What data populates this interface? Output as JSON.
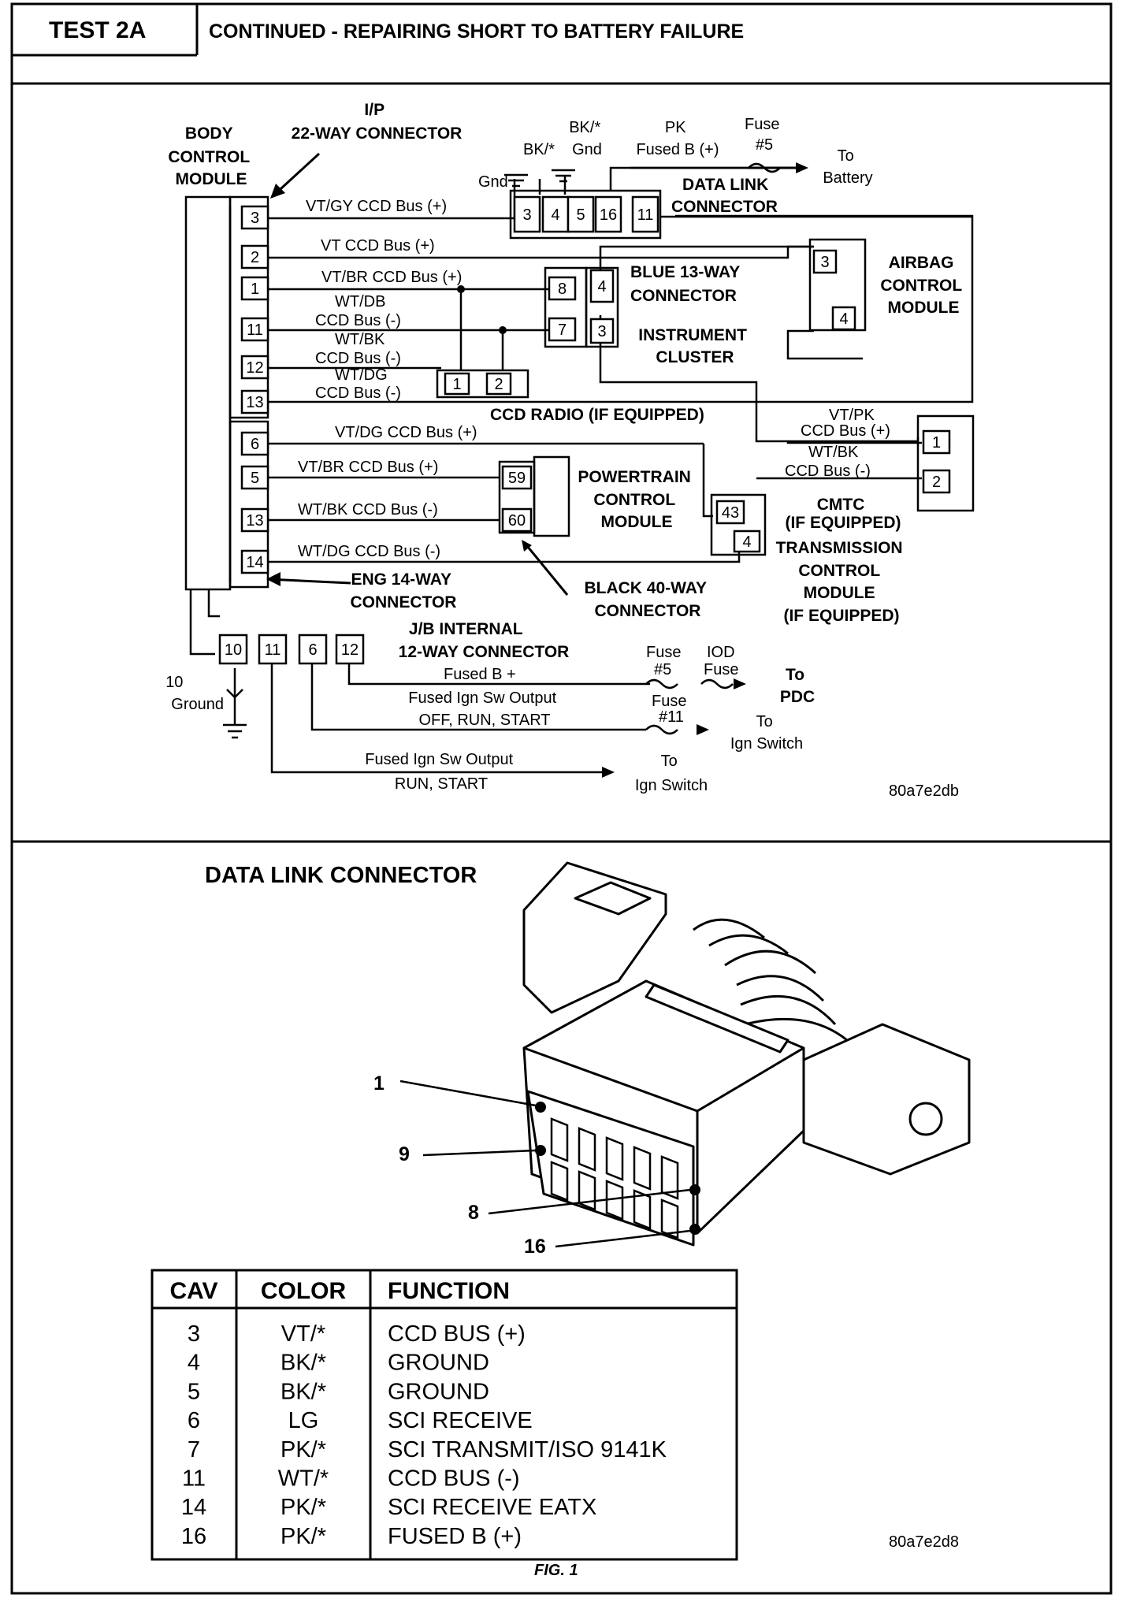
{
  "header": {
    "test_label": "TEST 2A",
    "title": "CONTINUED - REPAIRING SHORT TO BATTERY FAILURE"
  },
  "wiring": {
    "ip_connector": [
      "I/P",
      "22-WAY CONNECTOR"
    ],
    "bcm": [
      "BODY",
      "CONTROL",
      "MODULE"
    ],
    "bcm_pins_top": [
      "3",
      "2",
      "1",
      "11",
      "12",
      "13"
    ],
    "bcm_pins_bottom": [
      "6",
      "5",
      "13",
      "14"
    ],
    "dlc_pins": [
      "3",
      "4",
      "5",
      "16",
      "11"
    ],
    "bk_gnd_1": [
      "BK/*"
    ],
    "bk_gnd_2": [
      "BK/*",
      "Gnd"
    ],
    "gnd_label": "Gnd",
    "pk_label": [
      "PK",
      "Fused B (+)"
    ],
    "fuse5_top": [
      "Fuse",
      "#5"
    ],
    "to_battery": [
      "To",
      "Battery"
    ],
    "dlc_label": [
      "DATA LINK",
      "CONNECTOR"
    ],
    "wires": {
      "w1": "VT/GY  CCD Bus (+)",
      "w2": "VT  CCD Bus (+)",
      "w3": "VT/BR  CCD Bus (+)",
      "w4": [
        "WT/DB",
        "CCD Bus (-)"
      ],
      "w5": [
        "WT/BK",
        "CCD Bus (-)"
      ],
      "w6": [
        "WT/DG",
        "CCD Bus (-)"
      ],
      "w7": "VT/DG  CCD Bus (+)",
      "w8": "VT/BR  CCD Bus (+)",
      "w9": "WT/BK  CCD Bus (-)",
      "w10": "WT/DG  CCD Bus (-)"
    },
    "cluster_pins_left": [
      "8",
      "7"
    ],
    "cluster_pins_right": [
      "4",
      "3"
    ],
    "blue_connector": [
      "BLUE 13-WAY",
      "CONNECTOR"
    ],
    "instrument_cluster": [
      "INSTRUMENT",
      "CLUSTER"
    ],
    "airbag_pins": [
      "3",
      "4"
    ],
    "airbag_label": [
      "AIRBAG",
      "CONTROL",
      "MODULE"
    ],
    "radio_pins": [
      "1",
      "2"
    ],
    "radio_label": "CCD RADIO (IF EQUIPPED)",
    "cmtc_pins": [
      "1",
      "2"
    ],
    "cmtc_wires": [
      [
        "VT/PK",
        "CCD Bus (+)"
      ],
      [
        "WT/BK",
        "CCD Bus (-)"
      ]
    ],
    "cmtc_label": [
      "CMTC",
      "(IF EQUIPPED)"
    ],
    "pcm_pins": [
      "59",
      "60"
    ],
    "pcm_label": [
      "POWERTRAIN",
      "CONTROL",
      "MODULE"
    ],
    "tcm_pins": [
      "43",
      "4"
    ],
    "tcm_label": [
      "TRANSMISSION",
      "CONTROL",
      "MODULE",
      "(IF EQUIPPED)"
    ],
    "eng_connector": [
      "ENG 14-WAY",
      "CONNECTOR"
    ],
    "black_connector": [
      "BLACK 40-WAY",
      "CONNECTOR"
    ],
    "jb_connector": [
      "J/B INTERNAL",
      "12-WAY CONNECTOR"
    ],
    "jb_pins": [
      "10",
      "11",
      "6",
      "12"
    ],
    "ground": [
      "10",
      "Ground"
    ],
    "fused_b": "Fused B +",
    "fuse5_iod": [
      "Fuse",
      "IOD",
      "#5",
      "Fuse"
    ],
    "to_pdc": [
      "To",
      "PDC"
    ],
    "ign_output_1": [
      "Fused Ign Sw Output",
      "OFF, RUN, START"
    ],
    "fuse11": [
      "Fuse",
      "#11"
    ],
    "to_ign_1": [
      "To",
      "Ign Switch"
    ],
    "ign_output_2": [
      "Fused Ign Sw Output",
      "RUN, START"
    ],
    "to_ign_2": [
      "To",
      "Ign Switch"
    ],
    "fig_code_1": "80a7e2db"
  },
  "connector_view": {
    "title": "DATA LINK CONNECTOR",
    "pin_callouts": [
      "1",
      "9",
      "8",
      "16"
    ],
    "fig_code_2": "80a7e2d8",
    "fig_caption": "FIG. 1"
  },
  "pin_table": {
    "headers": [
      "CAV",
      "COLOR",
      "FUNCTION"
    ],
    "rows": [
      [
        "3",
        "VT/*",
        "CCD BUS (+)"
      ],
      [
        "4",
        "BK/*",
        "GROUND"
      ],
      [
        "5",
        "BK/*",
        "GROUND"
      ],
      [
        "6",
        "LG",
        "SCI RECEIVE"
      ],
      [
        "7",
        "PK/*",
        "SCI TRANSMIT/ISO 9141K"
      ],
      [
        "11",
        "WT/*",
        "CCD BUS (-)"
      ],
      [
        "14",
        "PK/*",
        "SCI RECEIVE EATX"
      ],
      [
        "16",
        "PK/*",
        "FUSED B (+)"
      ]
    ]
  }
}
